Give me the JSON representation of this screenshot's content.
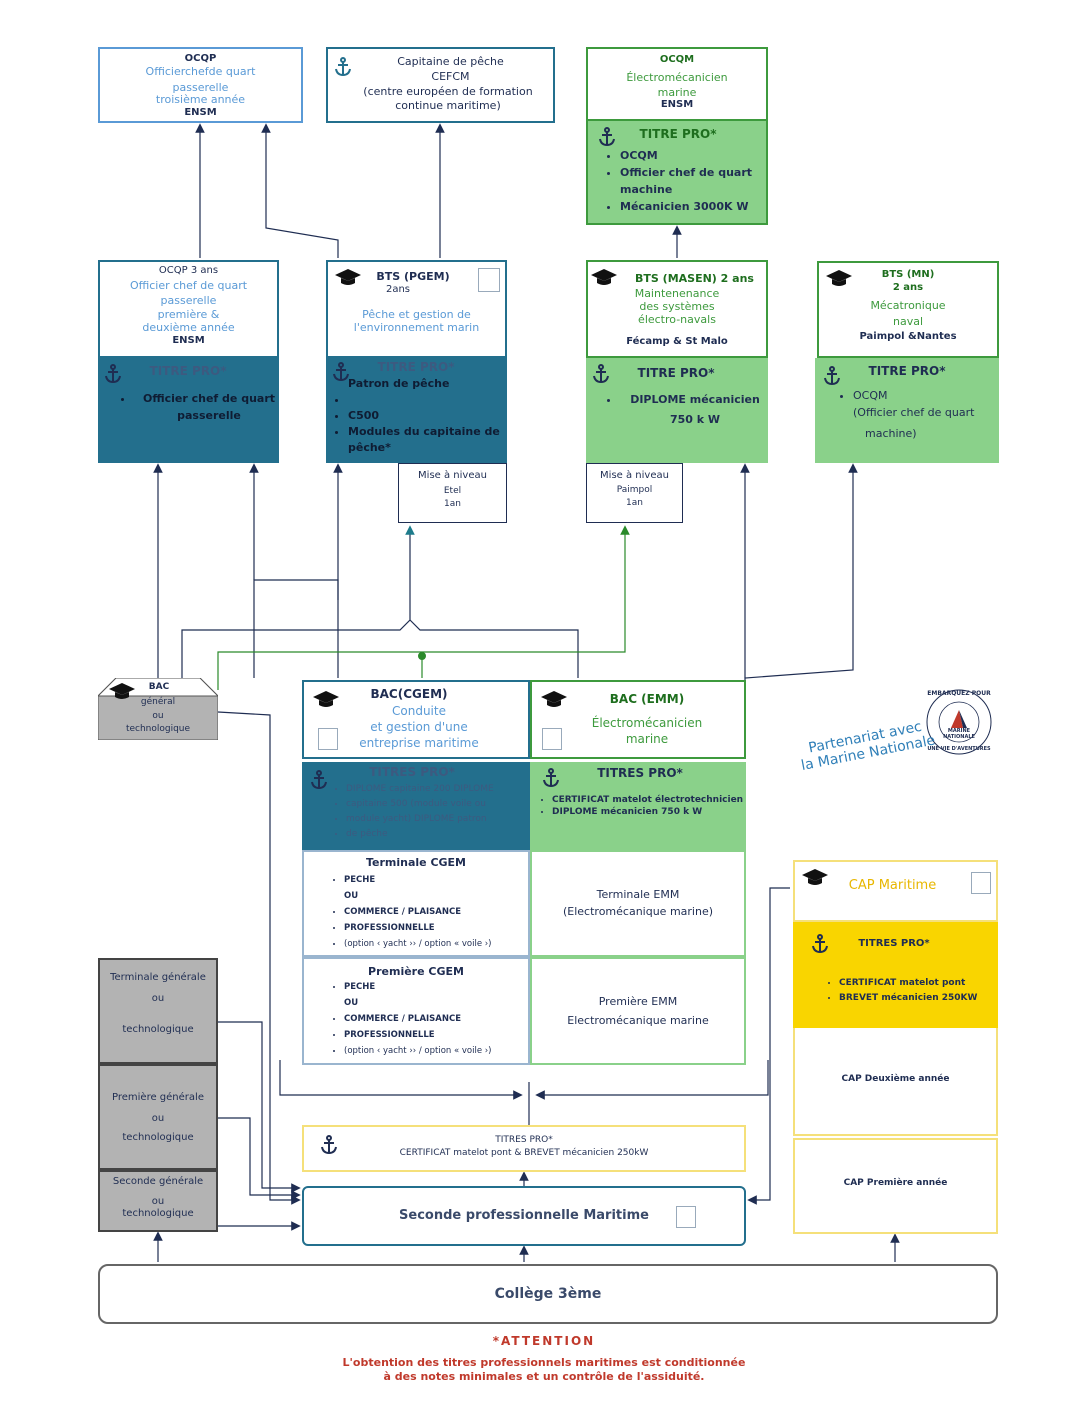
{
  "top": {
    "ocqp_top": {
      "l1": "OCQP",
      "l2": "Officierchefde quart",
      "l3": "passerelle",
      "l4": "troisième année",
      "l5": "ENSM"
    },
    "capitaine": {
      "l1": "Capitaine de pêche",
      "l2": "CEFCM",
      "l3": "(centre européen de formation",
      "l4": "continue maritime)"
    },
    "ocqm_top": {
      "l1": "OCQM",
      "l2": "Électromécanicien",
      "l3": "marine",
      "l4": "ENSM"
    },
    "ocqm_titre": {
      "head": "TITRE PRO*",
      "items": [
        "OCQM",
        "Officier chef de quart machine",
        "Mécanicien 3000K W"
      ]
    }
  },
  "mid": {
    "ocqp": {
      "l1": "OCQP 3 ans",
      "l2": "Officier chef de quart",
      "l3": "passerelle",
      "l4": "première &",
      "l5": "deuxième année",
      "l6": "ENSM",
      "titre": "TITRE PRO*",
      "item": "Officier chef de quart passerelle"
    },
    "bts_pgem": {
      "l1": "BTS (PGEM)",
      "l2": "2ans",
      "l3": "Pêche et gestion de",
      "l4": "l'environnement marin",
      "titre": "TITRE PRO*",
      "items": [
        "Patron de pêche",
        "",
        "C500",
        "Modules du capitaine de pêche*"
      ]
    },
    "bts_masen": {
      "l1": "BTS (MASEN) 2 ans",
      "l2": "Maintenenance",
      "l3": "des systèmes",
      "l4": "électro-navals",
      "l5": "Fécamp & St Malo",
      "titre": "TITRE PRO*",
      "item": "DIPLOME mécanicien 750 k W"
    },
    "bts_mn": {
      "l1": "BTS (MN)",
      "l2": "2 ans",
      "l3": "Mécatronique",
      "l4": "naval",
      "l5": "Paimpol &Nantes",
      "titre": "TITRE PRO*",
      "item": "OCQM",
      "item2": "(Officier chef de quart",
      "item3": "machine)"
    },
    "mise_etel": {
      "l1": "Mise à niveau",
      "l2": "Etel",
      "l3": "1an"
    },
    "mise_paimpol": {
      "l1": "Mise à niveau",
      "l2": "Paimpol",
      "l3": "1an"
    }
  },
  "bac_gen": {
    "l1": "BAC",
    "l2": "général",
    "l3": "ou",
    "l4": "technologique"
  },
  "bac_cgem": {
    "l1": "BAC(CGEM)",
    "l2": "Conduite",
    "l3": "et gestion d'une",
    "l4": "entreprise maritime",
    "titre": "TITRES PRO*",
    "items": [
      "DIPLOME capitaine 200 DIPLOME",
      "capitaine 500 (module voile ou",
      "module yacht) DIPLOME patron",
      "de pêche"
    ]
  },
  "bac_emm": {
    "l1": "BAC (EMM)",
    "l2": "Électromécanicien",
    "l3": "marine",
    "titre": "TITRES PRO*",
    "items": [
      "CERTIFICAT matelot électrotechnicien",
      "DIPLOME mécanicien 750 k W"
    ]
  },
  "terminale_cgem": {
    "head": "Terminale CGEM",
    "items": [
      "PECHE",
      "OU",
      "COMMERCE / PLAISANCE",
      "PROFESSIONNELLE",
      "(option ‹ yacht ›› / option « voile ›)"
    ]
  },
  "premiere_cgem": {
    "head": "Première CGEM",
    "items": [
      "PECHE",
      "OU",
      "COMMERCE / PLAISANCE",
      "PROFESSIONNELLE",
      "(option ‹ yacht ›› / option « voile ›)"
    ]
  },
  "terminale_emm": {
    "l1": "Terminale EMM",
    "l2": "(Electromécanique marine)"
  },
  "premiere_emm": {
    "l1": "Première EMM",
    "l2": "Electromécanique marine"
  },
  "partner": {
    "l1": "Partenariat avec",
    "l2": "la Marine Nationale",
    "badge_top": "EMBARQUEZ POUR",
    "badge_bottom": "UNE VIE D'AVENTURES",
    "badge_center": "MARINE NATIONALE"
  },
  "cap": {
    "title": "CAP Maritime",
    "titre": "TITRES PRO*",
    "items": [
      "CERTIFICAT matelot pont",
      "BREVET mécanicien 250KW"
    ],
    "y2": "CAP Deuxième année",
    "y1": "CAP Première année"
  },
  "generale": {
    "term1": "Terminale générale",
    "term2": "ou",
    "term3": "technologique",
    "prem1": "Première générale",
    "prem2": "ou",
    "prem3": "technologique",
    "sec1": "Seconde générale",
    "sec2": "ou",
    "sec3": "technologique"
  },
  "seconde_titre": {
    "head": "TITRES PRO*",
    "line": "CERTIFICAT matelot pont & BREVET mécanicien 250kW"
  },
  "seconde": {
    "label": "Seconde professionnelle Maritime"
  },
  "college": {
    "label": "Collège 3ème"
  },
  "attention": {
    "head": "*ATTENTION",
    "l1": "L'obtention des titres professionnels maritimes est conditionnée",
    "l2": "à des notes minimales et un contrôle de l'assiduité."
  },
  "colors": {
    "navy": "#1f2d52",
    "teal": "#236f8d",
    "green": "#8ad18a",
    "yellow": "#f9d500",
    "grey": "#b3b3b3",
    "red": "#c0392b"
  }
}
